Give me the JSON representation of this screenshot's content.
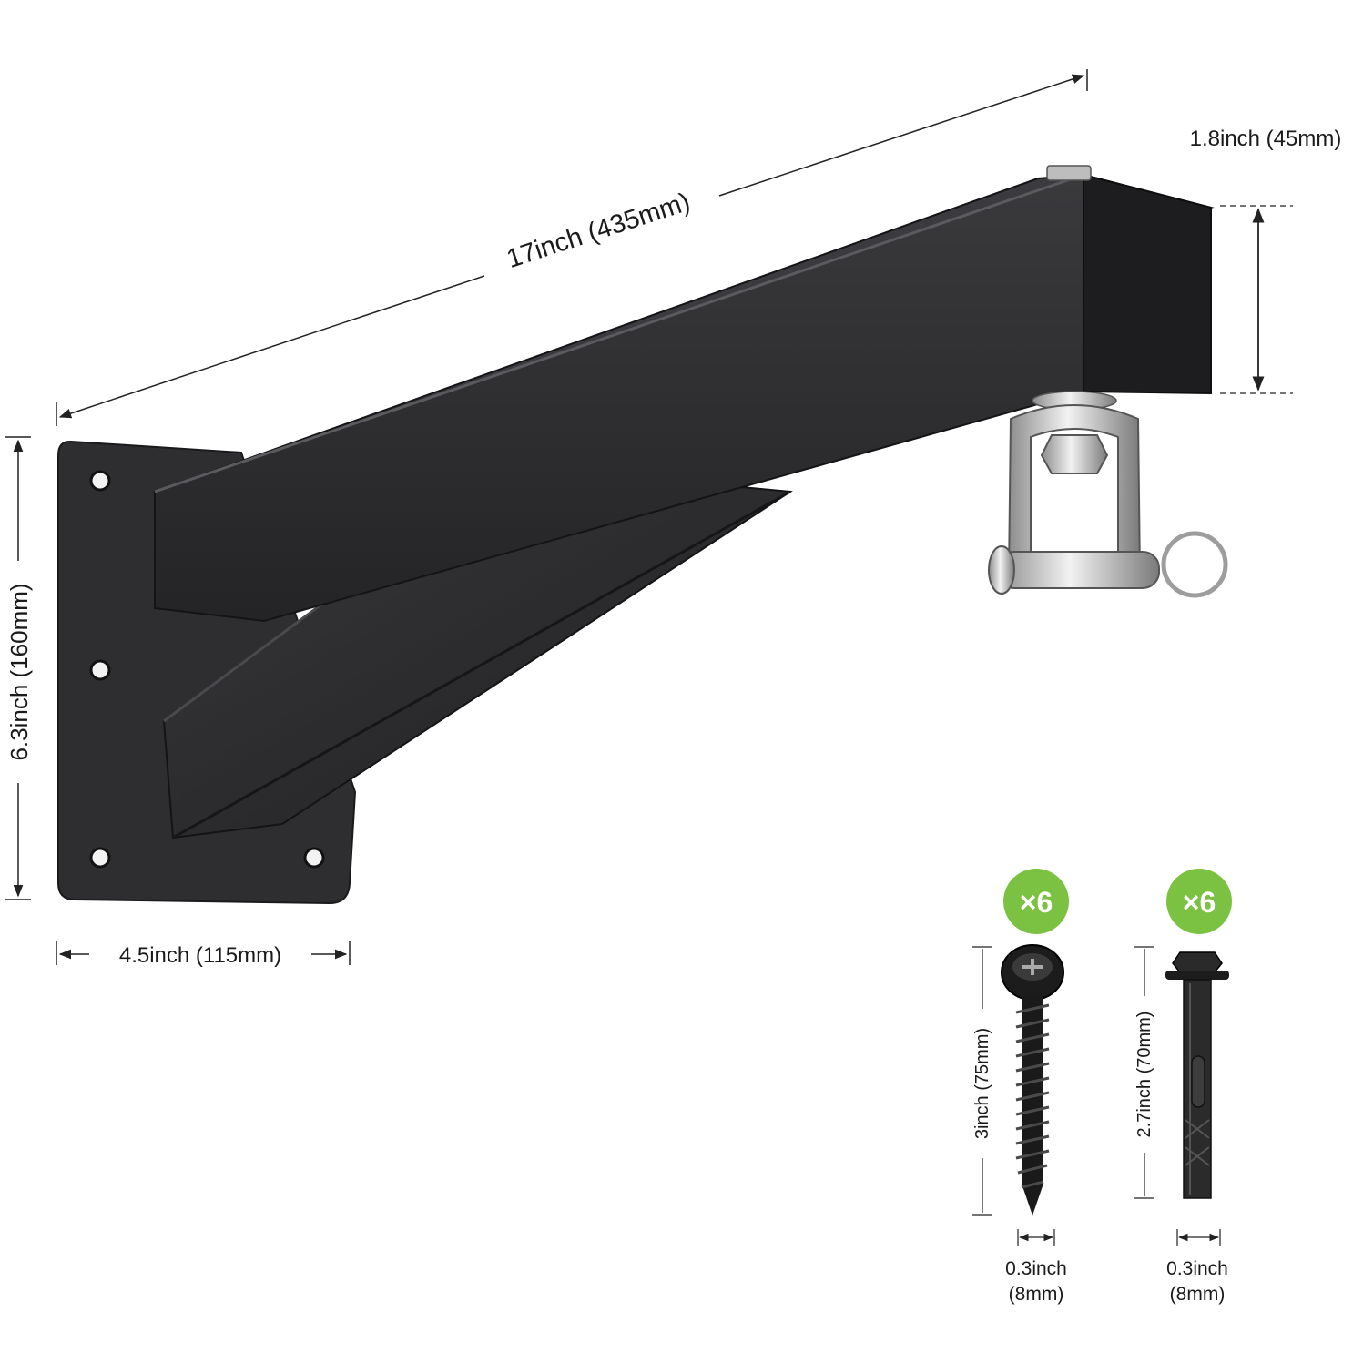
{
  "dimensions": {
    "length": "17inch (435mm)",
    "tube_height": "1.8inch (45mm)",
    "plate_height": "6.3inch (160mm)",
    "plate_width": "4.5inch (115mm)"
  },
  "hardware": [
    {
      "quantity": "×6",
      "length": "3inch (75mm)",
      "diameter_in": "0.3inch",
      "diameter_mm": "(8mm)"
    },
    {
      "quantity": "×6",
      "length": "2.7inch (70mm)",
      "diameter_in": "0.3inch",
      "diameter_mm": "(8mm)"
    }
  ],
  "colors": {
    "steel": "#2b2b2d",
    "badge": "#7cc242",
    "hardware": "#1c1c1c",
    "dimension_line": "#222222",
    "swivel": "#c9c9c9"
  }
}
